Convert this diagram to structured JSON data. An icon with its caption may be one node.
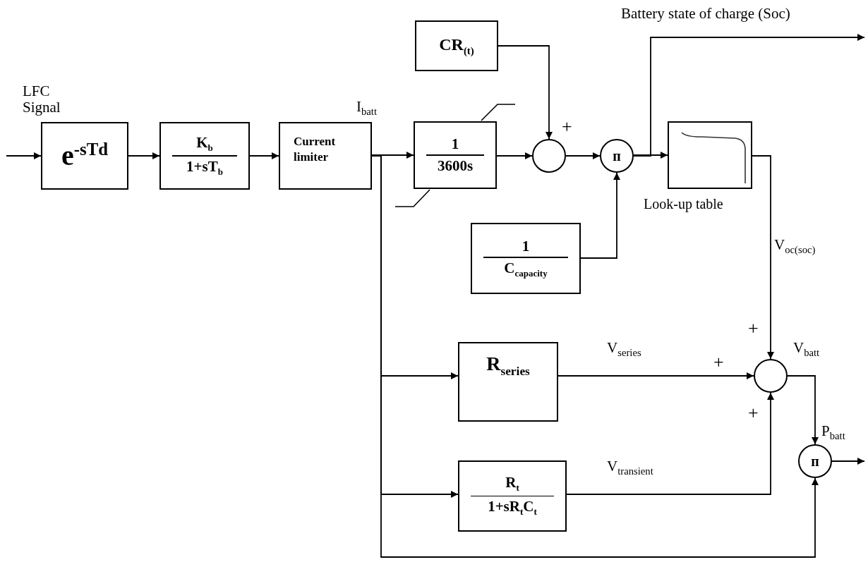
{
  "diagram": {
    "nodes": [
      {
        "text": [
          "e$^{-sT}$$^{d}$"
        ]
      },
      {
        "text": [
          "K$_{b}$",
          "1+sT$_{b}$"
        ]
      },
      {
        "text": [
          "Current limiter"
        ]
      },
      {
        "text": [
          "1",
          "3600s"
        ]
      },
      {
        "text": [
          "CR$_{(t)}$"
        ]
      },
      {
        "text": [],
        "shape": "circle"
      },
      {
        "text": [
          "п"
        ]
      },
      {
        "text": [
          "Look-up table"
        ]
      },
      {
        "text": [
          "1",
          "C$_{capacity}$"
        ]
      },
      {
        "text": [
          "R$_{series}$"
        ]
      },
      {
        "text": [
          "R$_{t}$",
          "1+sR$_{t}$C$_{t}$"
        ]
      },
      {
        "text": [],
        "shape": "circle"
      },
      {
        "text": [
          "п"
        ]
      }
    ],
    "edges": [
      {
        "from": null,
        "to": 0,
        "arrow": "to",
        "label": "LFC Signal"
      },
      {
        "from": 0,
        "to": 1,
        "arrow": "to"
      },
      {
        "from": 1,
        "to": 2,
        "arrow": "to"
      },
      {
        "from": 2,
        "to": 3,
        "arrow": "to",
        "label": "I$_{batt}$"
      },
      {
        "from": 3,
        "to": 5,
        "arrow": "to"
      },
      {
        "from": 4,
        "to": 5,
        "arrow": "to"
      },
      {
        "from": 5,
        "to": 6,
        "arrow": "to"
      },
      {
        "from": 8,
        "to": 6,
        "arrow": "to"
      },
      {
        "from": 6,
        "to": 7,
        "arrow": "to"
      },
      {
        "from": 6,
        "to": null,
        "arrow": "to",
        "label": "Battery state of charge (Soc)"
      },
      {
        "from": 7,
        "to": 11,
        "arrow": "to",
        "label": "V$_{oc(soc)}$"
      },
      {
        "from": 2,
        "to": 9,
        "arrow": "to"
      },
      {
        "from": 2,
        "to": 10,
        "arrow": "to"
      },
      {
        "from": 2,
        "to": 12,
        "arrow": "to"
      },
      {
        "from": 9,
        "to": 11,
        "arrow": "to",
        "label": "V$_{series}$"
      },
      {
        "from": 10,
        "to": 11,
        "arrow": "to",
        "label": "V$_{transient}$"
      },
      {
        "from": 11,
        "to": 12,
        "arrow": "to",
        "label": "V$_{batt}$"
      },
      {
        "from": 12,
        "to": null,
        "arrow": "to",
        "label": "P$_{batt}$"
      }
    ],
    "labels": [
      "+",
      "+",
      "+",
      "+"
    ]
  }
}
